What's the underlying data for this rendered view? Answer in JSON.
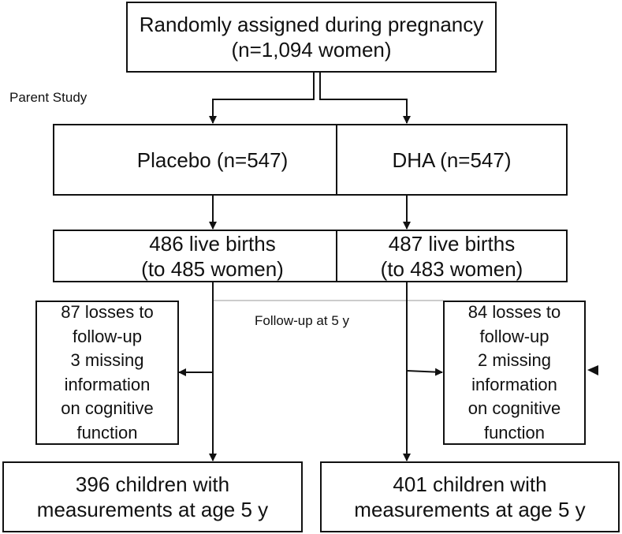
{
  "nodes": {
    "root": {
      "lines": [
        "Randomly assigned during pregnancy",
        "(n=1,094 women)"
      ]
    },
    "placebo": {
      "lines": [
        "Placebo (n=547)"
      ]
    },
    "dha": {
      "lines": [
        "DHA (n=547)"
      ]
    },
    "placebo_births": {
      "lines": [
        "486 live births",
        "(to 485 women)"
      ]
    },
    "dha_births": {
      "lines": [
        "487 live births",
        "(to 483 women)"
      ]
    },
    "placebo_losses": {
      "lines": [
        "87 losses to",
        "follow-up",
        "3 missing",
        "information",
        "on cognitive",
        "function"
      ]
    },
    "dha_losses": {
      "lines": [
        "84 losses to",
        "follow-up",
        "2 missing",
        "information",
        "on cognitive",
        "function"
      ]
    },
    "placebo_final": {
      "lines": [
        "396 children with",
        "measurements at age 5 y"
      ]
    },
    "dha_final": {
      "lines": [
        "401 children with",
        "measurements at age 5 y"
      ]
    }
  },
  "labels": {
    "parent_study": "Parent Study",
    "follow_up": "Follow-up at 5 y"
  }
}
